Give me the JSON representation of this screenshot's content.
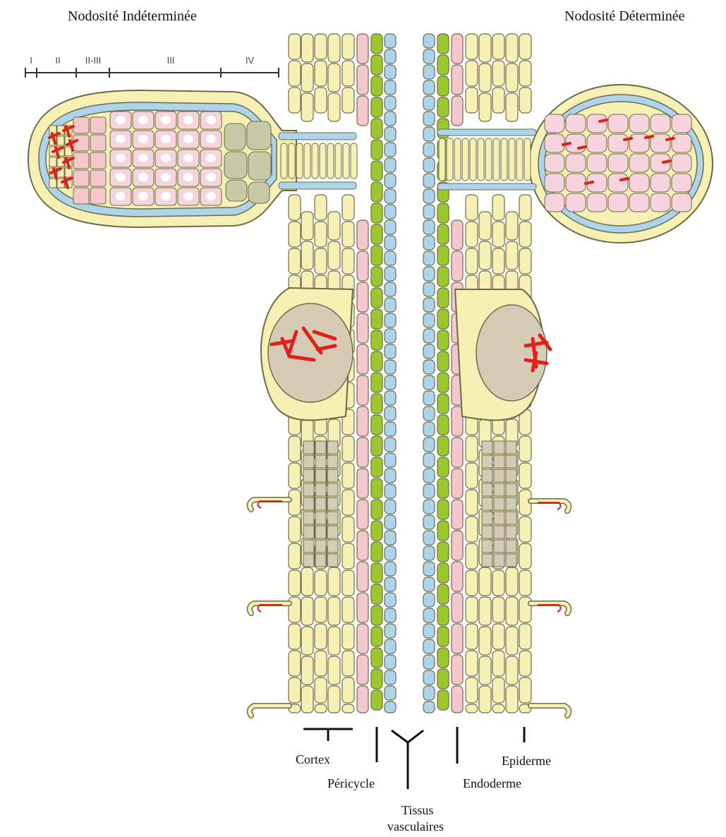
{
  "titles": {
    "left": "Nodosité Indéterminée",
    "right": "Nodosité Déterminée"
  },
  "zones": [
    "I",
    "II",
    "II-III",
    "III",
    "IV"
  ],
  "labels": {
    "cortex": "Cortex",
    "pericycle": "Péricycle",
    "tissus_line1": "Tissus",
    "tissus_line2": "vasculaires",
    "endoderme": "Endoderme",
    "epiderme": "Epiderme"
  },
  "colors": {
    "cortex": "#f6f0b4",
    "pericycle": "#f4c7cc",
    "endodermis": "#9cc72d",
    "vascular": "#aed4ec",
    "infected": "#f7d4dd",
    "senescent": "#c7c9a7",
    "primordium": "#d6ccb6",
    "bacteria": "#e0201c",
    "outline": "#6b6b4a"
  }
}
